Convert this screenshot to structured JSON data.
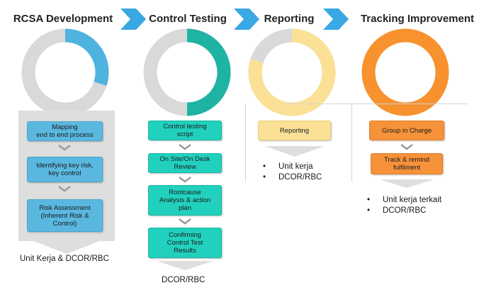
{
  "stages": [
    {
      "title": "RCSA Development",
      "boxes": [
        "Mapping\nend to end process",
        "Identifying key risk,\nkey control",
        "Risk Assessment\n(Inherent Risk &\nControl)"
      ],
      "footer": "Unit Kerja & DCOR/RBC",
      "color": "#4fb3e0"
    },
    {
      "title": "Control Testing",
      "boxes": [
        "Control testing\nscript",
        "On Site/On Desk\nReview",
        "Rootcause\nAnalysis & action\nplan",
        "Confirming\nControl Test\nResults"
      ],
      "footer": "DCOR/RBC",
      "color": "#1fb3a3"
    },
    {
      "title": "Reporting",
      "boxes": [
        "Reporting"
      ],
      "bullets": [
        "Unit kerja",
        "DCOR/RBC"
      ],
      "color": "#fbe196"
    },
    {
      "title": "Tracking Improvement",
      "boxes": [
        "Group in Charge",
        "Track & remind\nfulfilment"
      ],
      "bullets": [
        "Unit kerja terkait",
        "DCOR/RBC"
      ],
      "color": "#f7922f"
    }
  ],
  "colors": {
    "arrow": "#3aa8e3",
    "ring_track": "#d9d9d9",
    "panel": "#dedede"
  }
}
